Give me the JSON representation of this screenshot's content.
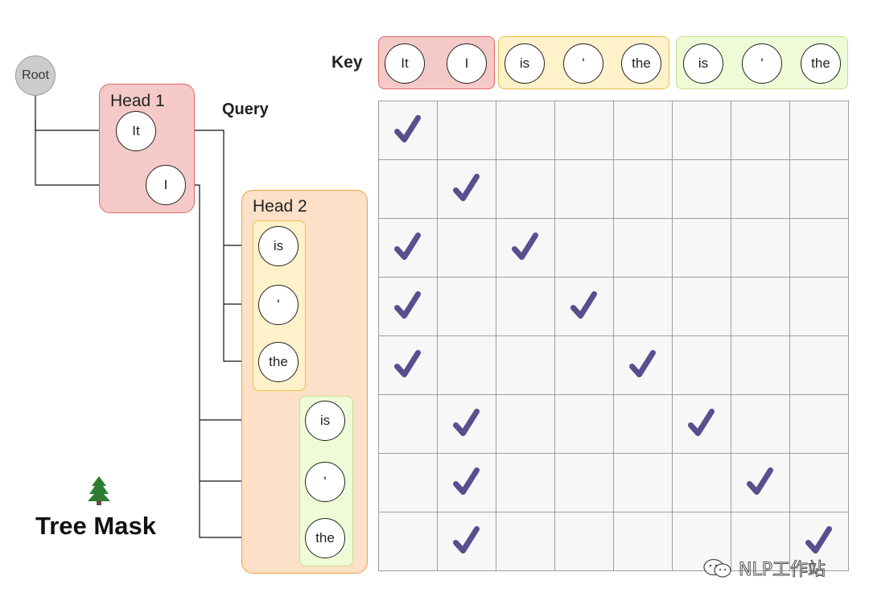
{
  "root": "Root",
  "head1": {
    "title": "Head 1",
    "tokens": [
      "It",
      "I"
    ]
  },
  "head2": {
    "title": "Head 2",
    "groups": [
      [
        "is",
        "'",
        "the"
      ],
      [
        "is",
        "'",
        "the"
      ]
    ]
  },
  "query_label": "Query",
  "key_label": "Key",
  "key_tokens": [
    "It",
    "I",
    "is",
    "'",
    "the",
    "is",
    "'",
    "the"
  ],
  "matrix": [
    [
      1,
      0,
      0,
      0,
      0,
      0,
      0,
      0
    ],
    [
      0,
      1,
      0,
      0,
      0,
      0,
      0,
      0
    ],
    [
      1,
      0,
      1,
      0,
      0,
      0,
      0,
      0
    ],
    [
      1,
      0,
      0,
      1,
      0,
      0,
      0,
      0
    ],
    [
      1,
      0,
      0,
      0,
      1,
      0,
      0,
      0
    ],
    [
      0,
      1,
      0,
      0,
      0,
      1,
      0,
      0
    ],
    [
      0,
      1,
      0,
      0,
      0,
      0,
      1,
      0
    ],
    [
      0,
      1,
      0,
      0,
      0,
      0,
      0,
      1
    ]
  ],
  "title": "Tree Mask",
  "watermark": "NLP工作站",
  "colors": {
    "red_fill": "#f6c9c9",
    "red_border": "#e06666",
    "orange_fill": "#fde0c8",
    "orange_border": "#e6a23c",
    "yellow_fill": "#fff1c9",
    "yellow_border": "#e6c04a",
    "green_fill": "#effad6",
    "green_border": "#c8df8a",
    "check": "#5a4e8f",
    "grid": "#9e9e9e",
    "cell": "#f7f7f7"
  }
}
